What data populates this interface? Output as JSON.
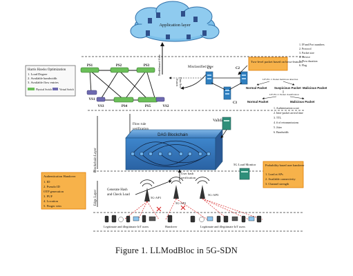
{
  "labels": {
    "application_layer": "Application layer",
    "northbound_flow": "Northbound flow",
    "misclassified_flow": "Misclassified flow",
    "data_flow_switch": "Data flow",
    "switch_label": "Switch",
    "c1": "C1",
    "c2": "C2",
    "c3": "C3",
    "ps1": "PS1",
    "ps2": "PS2",
    "ps3": "PS3",
    "ps4": "PS4",
    "ps5": "PS5",
    "vs1": "VS1",
    "vs2": "VS2",
    "vs3": "VS3",
    "physical_switch": "Physical Switch",
    "virtual_switch": "Virtual Switch",
    "validator": "Validator",
    "flow_rule_verification_1": "Flow rule",
    "flow_rule_verification_2": "verification",
    "dag_blockchain": "DAG Blockchain",
    "blockchain_layer": "Blockchain Layer",
    "edge_layer": "Edge Layer",
    "user_hash_1": "User hash",
    "user_hash_2": "verification",
    "generate_hash_1": "Generate Hash",
    "generate_hash_2": "and Check Load",
    "ap1": "5G-AP1",
    "ap2": "5G-AP2",
    "ap3": "5G-AP3",
    "handover": "Handover",
    "legit_users_1": "Legitimate and illegitimate IoT users",
    "legit_users_2": "Legitimate and illegitimate IoT users",
    "load_monitor": "5G Load Monitor"
  },
  "harris_box": {
    "title": "Harris Hawks Optimization",
    "items": [
      "1. Load Degree",
      "2. Available bandwidth",
      "3. Available flow entries"
    ]
  },
  "auth_box": {
    "title": "Authentication Handover",
    "items": [
      "1. ID",
      "2. Pseudo ID",
      "OTP generation",
      "3. PUF",
      "4. Location",
      "5. Finger vein"
    ]
  },
  "prob_box": {
    "title": "Probability based user handover",
    "items": [
      "1. Load at APs",
      "2. Available connectivity",
      "3. Channel strength"
    ]
  },
  "packet_box": {
    "title": "Two-level packet based on hexa-features"
  },
  "features_list": [
    "1. IP and Port numbers",
    "2. Protocol",
    "3. Packet size",
    "4. Service",
    "5. Flow duration",
    "6. Flag"
  ],
  "level1": "LEVEL 1: Packet malicious detection",
  "level2": "LEVEL 2: Packet classification",
  "packets": {
    "normal": "Normal Packet",
    "suspicious": "Suspicious Packet",
    "malicious": "Malicious Packet",
    "normal2": "Normal Packet",
    "malicious2": "Malicious Packet"
  },
  "metrics_list": [
    "1. Authentication score",
    "2. Inter-packet arrival time",
    "3. TTL",
    "4. # of retransmissions",
    "5. Jitter",
    "6. Bandwidth"
  ],
  "caption": "Figure 1.  LLModBloc in 5G-SDN",
  "colors": {
    "cloud": "#6fb7e6",
    "server": "#2f7fbf",
    "switch_green": "#6bbf59",
    "switch_purple": "#6e6ab0",
    "blockchain": "#4f8fcf",
    "box_fill": "#f7b24a",
    "box_edge": "#e07b00",
    "normal_green": "#1a9c2a",
    "suspicious_orange": "#e08a00",
    "malicious_red": "#d61f1f"
  }
}
